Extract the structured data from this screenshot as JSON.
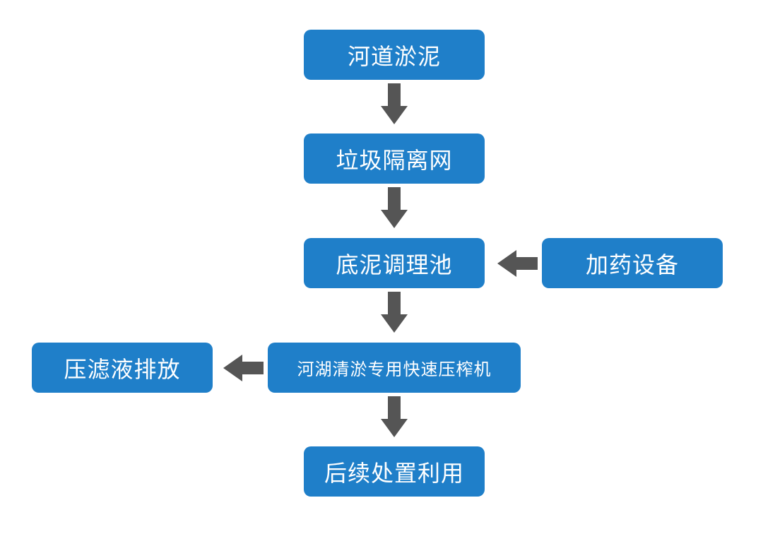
{
  "nodes": {
    "river_sludge": "河道淤泥",
    "garbage_screen": "垃圾隔离网",
    "sludge_conditioning_tank": "底泥调理池",
    "dosing_equipment": "加药设备",
    "dredging_press": "河湖清淤专用快速压榨机",
    "filtrate_discharge": "压滤液排放",
    "subsequent_disposal": "后续处置利用"
  },
  "edges": [
    {
      "from": "河道淤泥",
      "to": "垃圾隔离网"
    },
    {
      "from": "垃圾隔离网",
      "to": "底泥调理池"
    },
    {
      "from": "加药设备",
      "to": "底泥调理池"
    },
    {
      "from": "底泥调理池",
      "to": "河湖清淤专用快速压榨机"
    },
    {
      "from": "河湖清淤专用快速压榨机",
      "to": "压滤液排放"
    },
    {
      "from": "河湖清淤专用快速压榨机",
      "to": "后续处置利用"
    }
  ],
  "colors": {
    "node_fill": "#1f7fc9",
    "node_text": "#ffffff",
    "arrow": "#555555",
    "background": "#ffffff"
  }
}
